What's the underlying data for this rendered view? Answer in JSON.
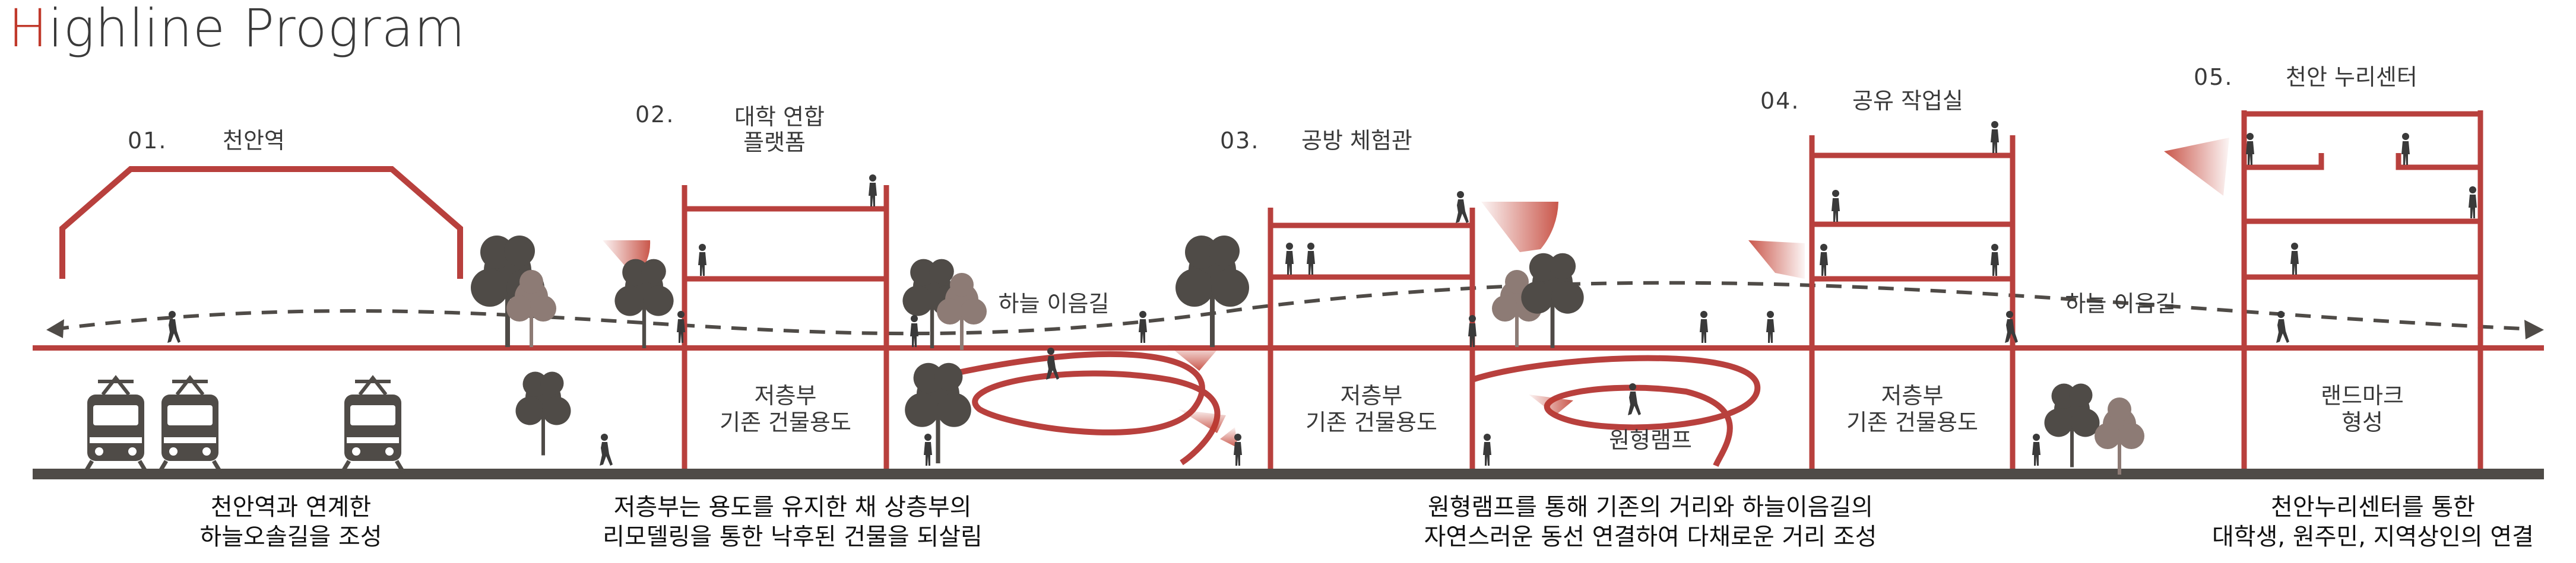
{
  "title": {
    "accent": "H",
    "rest": "ighline Program"
  },
  "stations": [
    {
      "number": "01.",
      "name": "천안역"
    },
    {
      "number": "02.",
      "name_line1": "대학 연합",
      "name_line2": "플랫폼"
    },
    {
      "number": "03.",
      "name": "공방 체험관"
    },
    {
      "number": "04.",
      "name": "공유 작업실"
    },
    {
      "number": "05.",
      "name": "천안 누리센터"
    }
  ],
  "skywalk_labels": [
    "하늘 이음길",
    "하늘 이음길"
  ],
  "zones": [
    {
      "line1": "저층부",
      "line2": "기존 건물용도"
    },
    {
      "line1": "저층부",
      "line2": "기존 건물용도"
    },
    {
      "line1": "원형램프"
    },
    {
      "line1": "저층부",
      "line2": "기존 건물용도"
    },
    {
      "line1": "랜드마크",
      "line2": "형성"
    }
  ],
  "captions": [
    {
      "line1": "천안역과 연계한",
      "line2": "하늘오솔길을 조성"
    },
    {
      "line1": "저층부는 용도를 유지한 채 상층부의",
      "line2": "리모델링을 통한 낙후된 건물을 되살림"
    },
    {
      "line1": "원형램프를 통해 기존의 거리와 하늘이음길의",
      "line2": "자연스러운 동선 연결하여 다채로운 거리 조성"
    },
    {
      "line1": "천안누리센터를 통한",
      "line2": "대학생, 원주민, 지역상인의 연결"
    }
  ],
  "colors": {
    "accent": "#b8403d",
    "dark": "#4f4b47",
    "tree_light": "#8d7b75",
    "text": "#3a3a3a"
  },
  "icons": [
    "train-icon",
    "tree-icon",
    "person-icon",
    "viewpoint-cone-icon",
    "spiral-ramp-icon",
    "dashed-arrow-path-icon"
  ]
}
